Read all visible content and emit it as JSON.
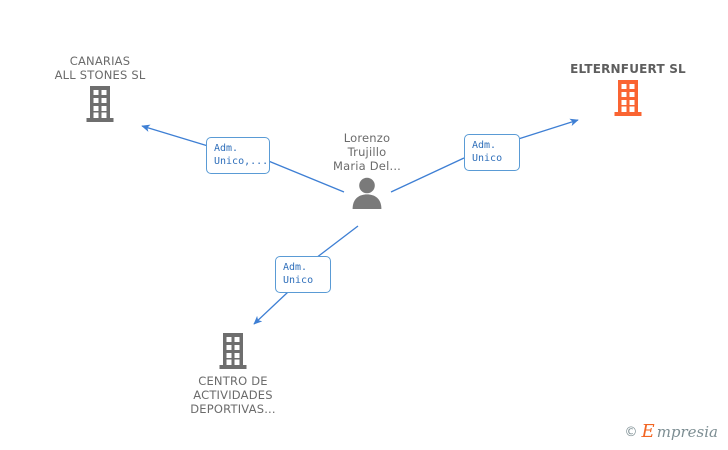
{
  "diagram": {
    "type": "organization-relationship-graph",
    "background": "#ffffff",
    "colors": {
      "edge": "#3e7fd4",
      "edge_label_border": "#5a9bd5",
      "edge_label_text": "#2f6fba",
      "company_gray": "#6e6e6e",
      "company_orange": "#fa6432",
      "person_gray": "#7a7a7a",
      "node_text": "#6b6b6b"
    },
    "nodes": [
      {
        "id": "canarias",
        "label": "CANARIAS\nALL STONES SL",
        "icon": "building-icon",
        "icon_color": "#6e6e6e",
        "label_position": "above",
        "bold": false
      },
      {
        "id": "elternfuert",
        "label": "ELTERNFUERT SL",
        "icon": "building-icon",
        "icon_color": "#fa6432",
        "label_position": "above",
        "bold": true
      },
      {
        "id": "person",
        "label": "Lorenzo\nTrujillo\nMaria Del...",
        "icon": "person-icon",
        "icon_color": "#7a7a7a",
        "label_position": "above",
        "bold": false
      },
      {
        "id": "centro",
        "label": "CENTRO DE\nACTIVIDADES\nDEPORTIVAS...",
        "icon": "building-icon",
        "icon_color": "#6e6e6e",
        "label_position": "below",
        "bold": false
      }
    ],
    "edges": [
      {
        "id": "edge-canarias",
        "from": "person",
        "to": "canarias",
        "label": "Adm.\nUnico,..."
      },
      {
        "id": "edge-elternfuert",
        "from": "person",
        "to": "elternfuert",
        "label": "Adm.\nUnico"
      },
      {
        "id": "edge-centro",
        "from": "person",
        "to": "centro",
        "label": "Adm.\nUnico"
      }
    ]
  },
  "watermark": {
    "copyright": "©",
    "brand_initial": "E",
    "brand_rest": "mpresia"
  }
}
